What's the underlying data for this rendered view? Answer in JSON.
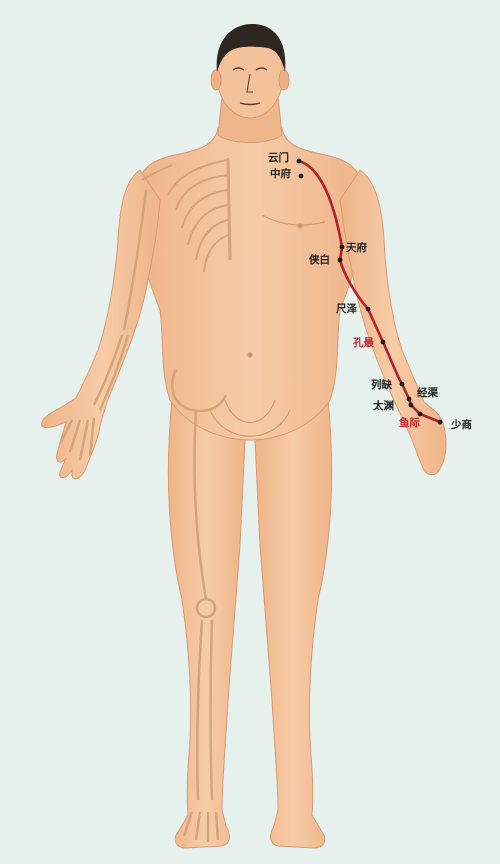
{
  "colors": {
    "background": "#e6f1ee",
    "skin": "#f4c29a",
    "skin_shade": "#e6a87c",
    "bone": "#e2b58e",
    "hair": "#2e2620",
    "meridian_line": "#b3222a",
    "label_default": "#222222",
    "label_highlight": "#c8282e"
  },
  "acupoints": [
    {
      "label": "云门",
      "highlight": false
    },
    {
      "label": "中府",
      "highlight": false
    },
    {
      "label": "天府",
      "highlight": false
    },
    {
      "label": "侠白",
      "highlight": false
    },
    {
      "label": "尺泽",
      "highlight": false
    },
    {
      "label": "孔最",
      "highlight": true
    },
    {
      "label": "列缺",
      "highlight": false
    },
    {
      "label": "经渠",
      "highlight": false
    },
    {
      "label": "太渊",
      "highlight": false
    },
    {
      "label": "鱼际",
      "highlight": true
    },
    {
      "label": "少商",
      "highlight": false
    }
  ]
}
